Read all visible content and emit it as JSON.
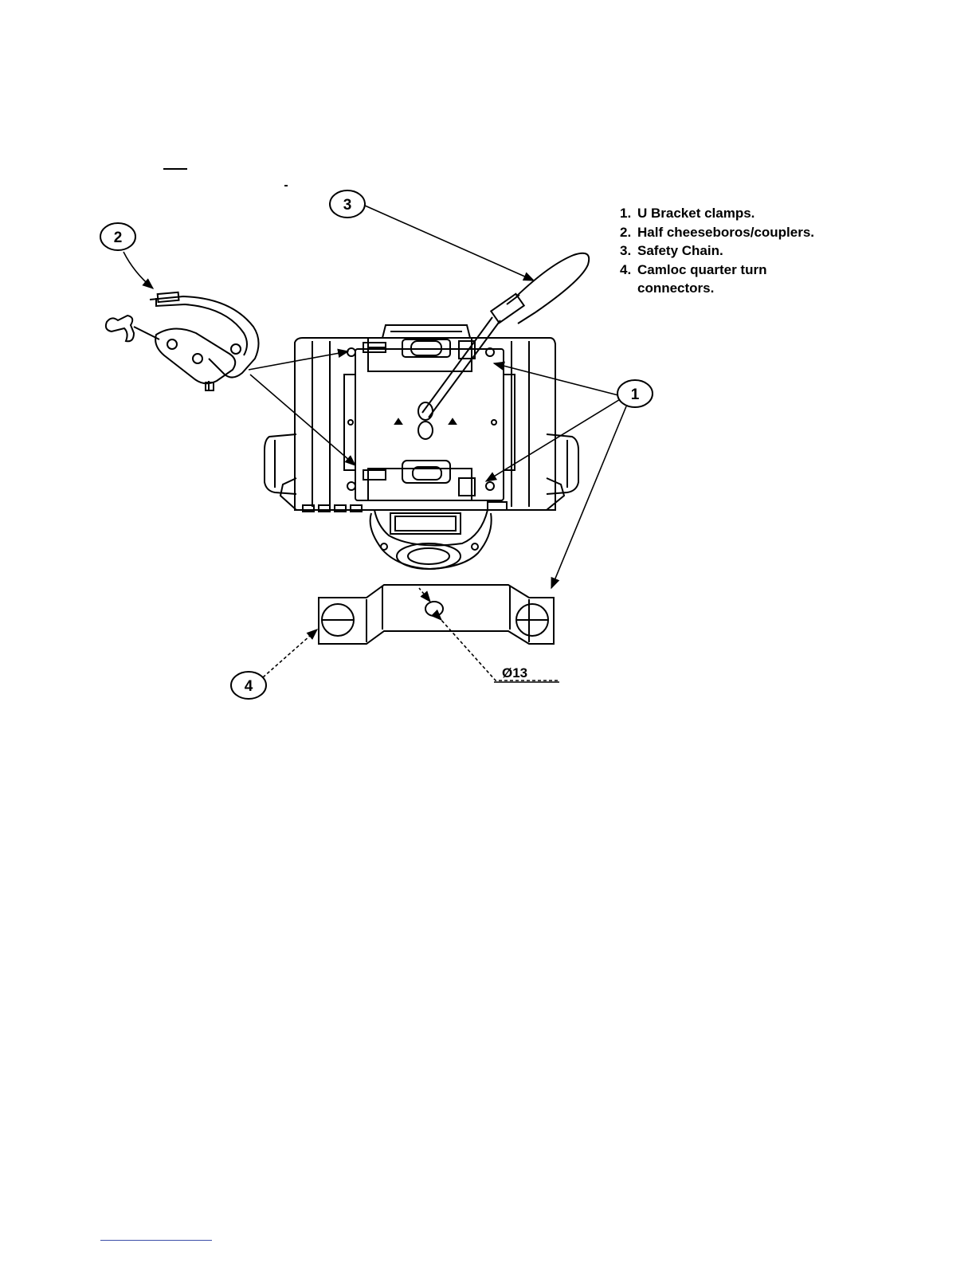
{
  "callouts": [
    {
      "id": "1",
      "label": "1"
    },
    {
      "id": "2",
      "label": "2"
    },
    {
      "id": "3",
      "label": "3"
    },
    {
      "id": "4",
      "label": "4"
    }
  ],
  "legend": [
    {
      "num": "1.",
      "text": "U Bracket clamps.",
      "cont": ""
    },
    {
      "num": "2.",
      "text": "Half cheeseboros/couplers.",
      "cont": ""
    },
    {
      "num": "3.",
      "text": "Safety Chain.",
      "cont": ""
    },
    {
      "num": "4.",
      "text": "Camloc quarter turn",
      "cont": "connectors."
    }
  ],
  "dimension_label": "Ø13",
  "colors": {
    "line": "#000000",
    "footer_rule": "#3a4da8"
  }
}
